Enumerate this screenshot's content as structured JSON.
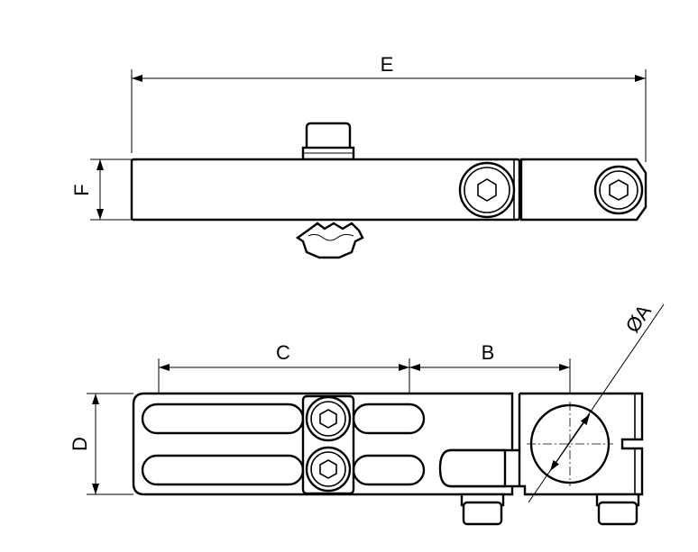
{
  "drawing": {
    "dimensions": {
      "E": "E",
      "F": "F",
      "C": "C",
      "B": "B",
      "A": "ØA",
      "D": "D"
    },
    "colors": {
      "line": "#000000",
      "background": "#ffffff"
    }
  }
}
